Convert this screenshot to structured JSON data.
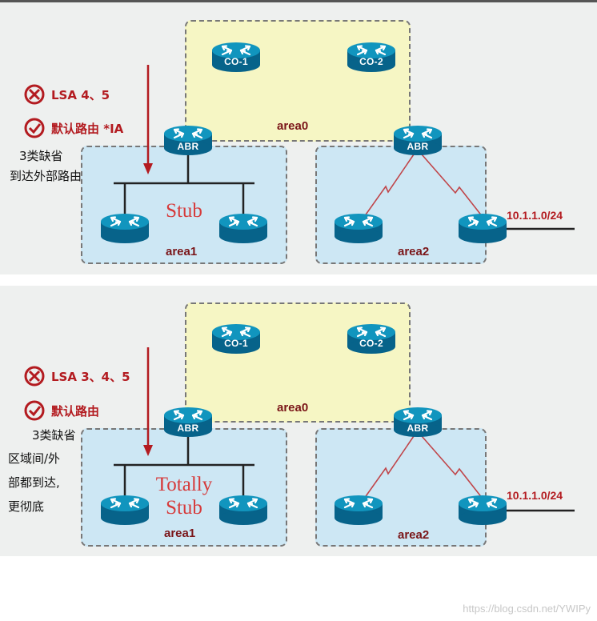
{
  "top": {
    "area0": "area0",
    "area1": "area1",
    "area2": "area2",
    "co1": "CO-1",
    "co2": "CO-2",
    "abr_left": "ABR",
    "abr_right": "ABR",
    "mode": "Stub",
    "blocked": "LSA 4、5",
    "allowed": "默认路由 *IA",
    "note_lines": [
      "3类缺省",
      "到达外部路由"
    ],
    "network": "10.1.1.0/24"
  },
  "bottom": {
    "area0": "area0",
    "area1": "area1",
    "area2": "area2",
    "co1": "CO-1",
    "co2": "CO-2",
    "abr_left": "ABR",
    "abr_right": "ABR",
    "mode_line1": "Totally",
    "mode_line2": "Stub",
    "blocked": "LSA 3、4、5",
    "allowed": "默认路由",
    "note_lines": [
      "3类缺省",
      "区域间/外",
      "部都到达,",
      "更彻底"
    ],
    "network": "10.1.1.0/24"
  },
  "watermark": "https://blog.csdn.net/YWIPy",
  "colors": {
    "router_top": "#0e8ab0",
    "router_side": "#07638a",
    "backbone": "#f6f6c4",
    "area": "#cde7f4",
    "accent": "#b31b20"
  }
}
